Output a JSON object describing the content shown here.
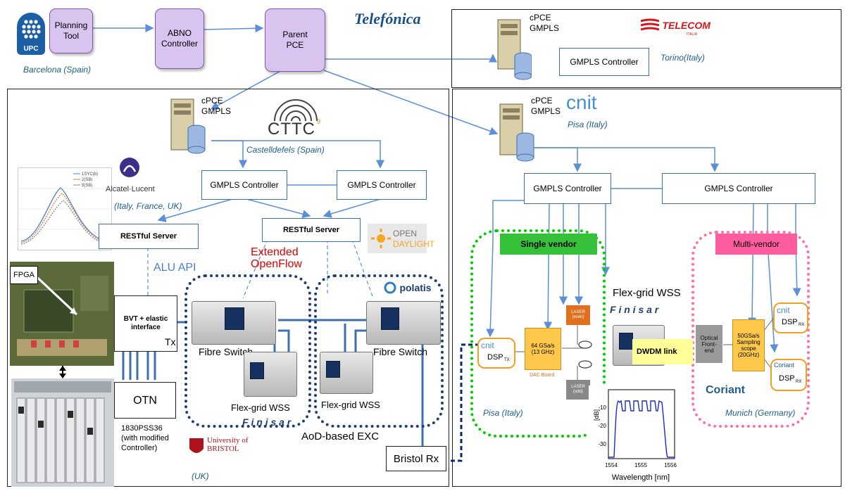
{
  "colors": {
    "link_blue": "#5b8fd6",
    "controller_border": "#3f6fb3",
    "purple_fill": "#d9c3ef",
    "single_vendor_green": "#00cc00",
    "multi_vendor_pink": "#ff6fa8",
    "location_text": "#1f5f8b",
    "openflow_red": "#e00000"
  },
  "top": {
    "planning_tool": "Planning\nTool",
    "abno_controller": "ABNO\nController",
    "parent_pce": "Parent\nPCE",
    "barcelona": "Barcelona (Spain)",
    "upc_logo": "UPC",
    "telefonica_logo": "Telefónica"
  },
  "telecom": {
    "cpce": "cPCE\nGMPLS",
    "logo": "TELECOM",
    "logo_sub": "ITALIA",
    "gmpls_controller": "GMPLS Controller",
    "location": "Torino(Italy)"
  },
  "cttc": {
    "cpce": "cPCE\nGMPLS",
    "logo": "CTTC",
    "logo_sup": "9",
    "location": "Castelldefels (Spain)",
    "gmpls_controller_left": "GMPLS Controller",
    "gmpls_controller_right": "GMPLS Controller",
    "restful_left": "RESTful Server",
    "restful_right": "RESTful Server",
    "alcatel_logo": "Alcatel·Lucent",
    "alcatel_location": "(Italy, France, UK)",
    "plot_legend": [
      "1SYC(b)",
      "2(SB)",
      "5(SB)"
    ],
    "opendaylight": [
      "OPEN",
      "DAYLIGHT"
    ],
    "alu_api": "ALU API",
    "extended_openflow": "Extended\nOpenFlow",
    "fpga": "FPGA",
    "bvt": "BVT + elastic\ninterface",
    "tx": "Tx",
    "otn": "OTN",
    "pss": "1830PSS36\n(with modified\nController)",
    "fibre_switch_left": "Fibre Switch",
    "fibre_switch_right": "Fibre Switch",
    "flexgrid_left": "Flex-grid WSS",
    "flexgrid_right": "Flex-grid WSS",
    "finisar": "F i n i s a r",
    "polatis": "polatis",
    "bristol_logo": "University of\nBRISTOL",
    "aod": "AoD-based EXC",
    "bristol_rx": "Bristol Rx",
    "uk": "(UK)"
  },
  "cnit": {
    "cpce": "cPCE\nGMPLS",
    "logo": "cnit",
    "location": "Pisa (Italy)",
    "gmpls_controller_left": "GMPLS Controller",
    "gmpls_controller_right": "GMPLS Controller",
    "single_vendor": "Single vendor",
    "multi_vendor": "Multi-vendor",
    "flexgrid_wss": "Flex-grid WSS",
    "finisar": "F i n i s a r",
    "dsp_tx": "DSP",
    "dsp_tx_sub": "TX",
    "dac_box": "64 GSa/s\n(13 GHz)",
    "dac_board": "DAC Board",
    "laser_even": "LASER\n(even)",
    "laser_odd": "LASER\n(odd)",
    "dwdm_link": "DWDM link",
    "optical_frontend": "Optical\nFront-\nend",
    "scope": "50GSa/s\nSampling\nscope\n(20GHz)",
    "dsp_rx_top": "DSP",
    "dsp_rx_bottom": "DSP",
    "dsp_rx_sub": "RX",
    "coriant_logo": "Coriant",
    "coriant_small": "Coriant",
    "pisa_label": "Pisa (Italy)",
    "munich_label": "Munich (Germany)"
  },
  "spectrum": {
    "ylabel": "[dB]",
    "yticks": [
      "-10",
      "-20",
      "-30"
    ],
    "xticks": [
      "1554",
      "1555",
      "1556"
    ],
    "xlabel": "Wavelength [nm]"
  }
}
